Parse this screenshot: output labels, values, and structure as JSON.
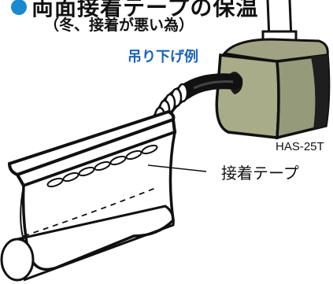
{
  "title": "両面接着テープの保温",
  "subtitle": "（冬、接着が悪い為）",
  "hang_label": "吊り下げ例",
  "model_label": "HAS-25T",
  "tape_label": "接着テープ",
  "colors": {
    "bullet": "#1a8ad0",
    "heater_body": "#a8ac88",
    "hang_label": "#1c63b8"
  },
  "icons": [
    "bullet-dot-icon"
  ]
}
